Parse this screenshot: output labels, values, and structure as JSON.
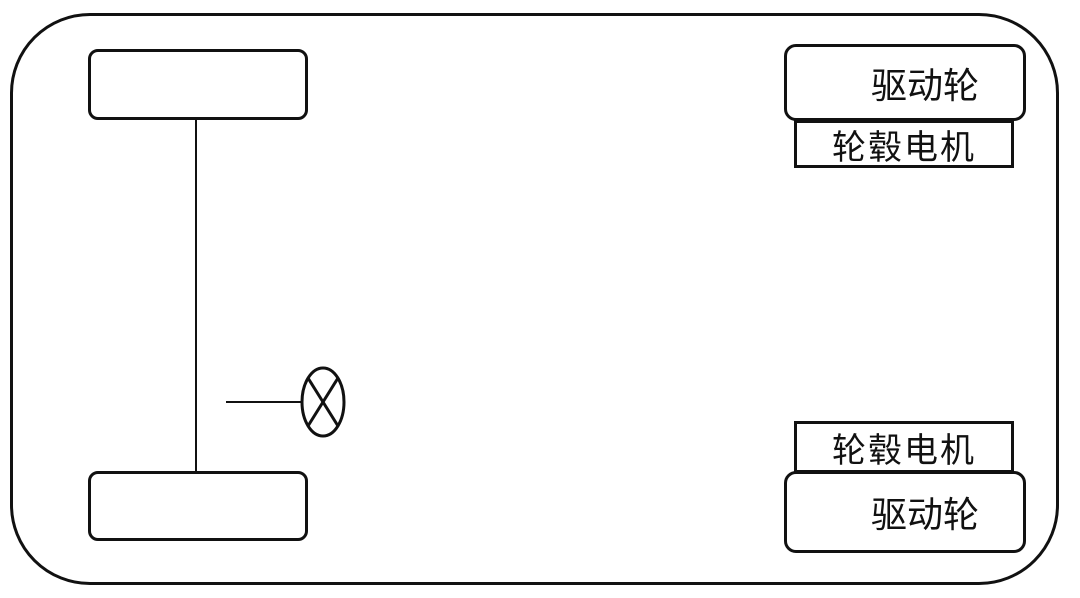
{
  "diagram": {
    "front_right": {
      "drive_wheel_label": "驱动轮",
      "hub_motor_label": "轮毂电机"
    },
    "rear_right": {
      "hub_motor_label": "轮毂电机",
      "drive_wheel_label": "驱动轮"
    }
  }
}
